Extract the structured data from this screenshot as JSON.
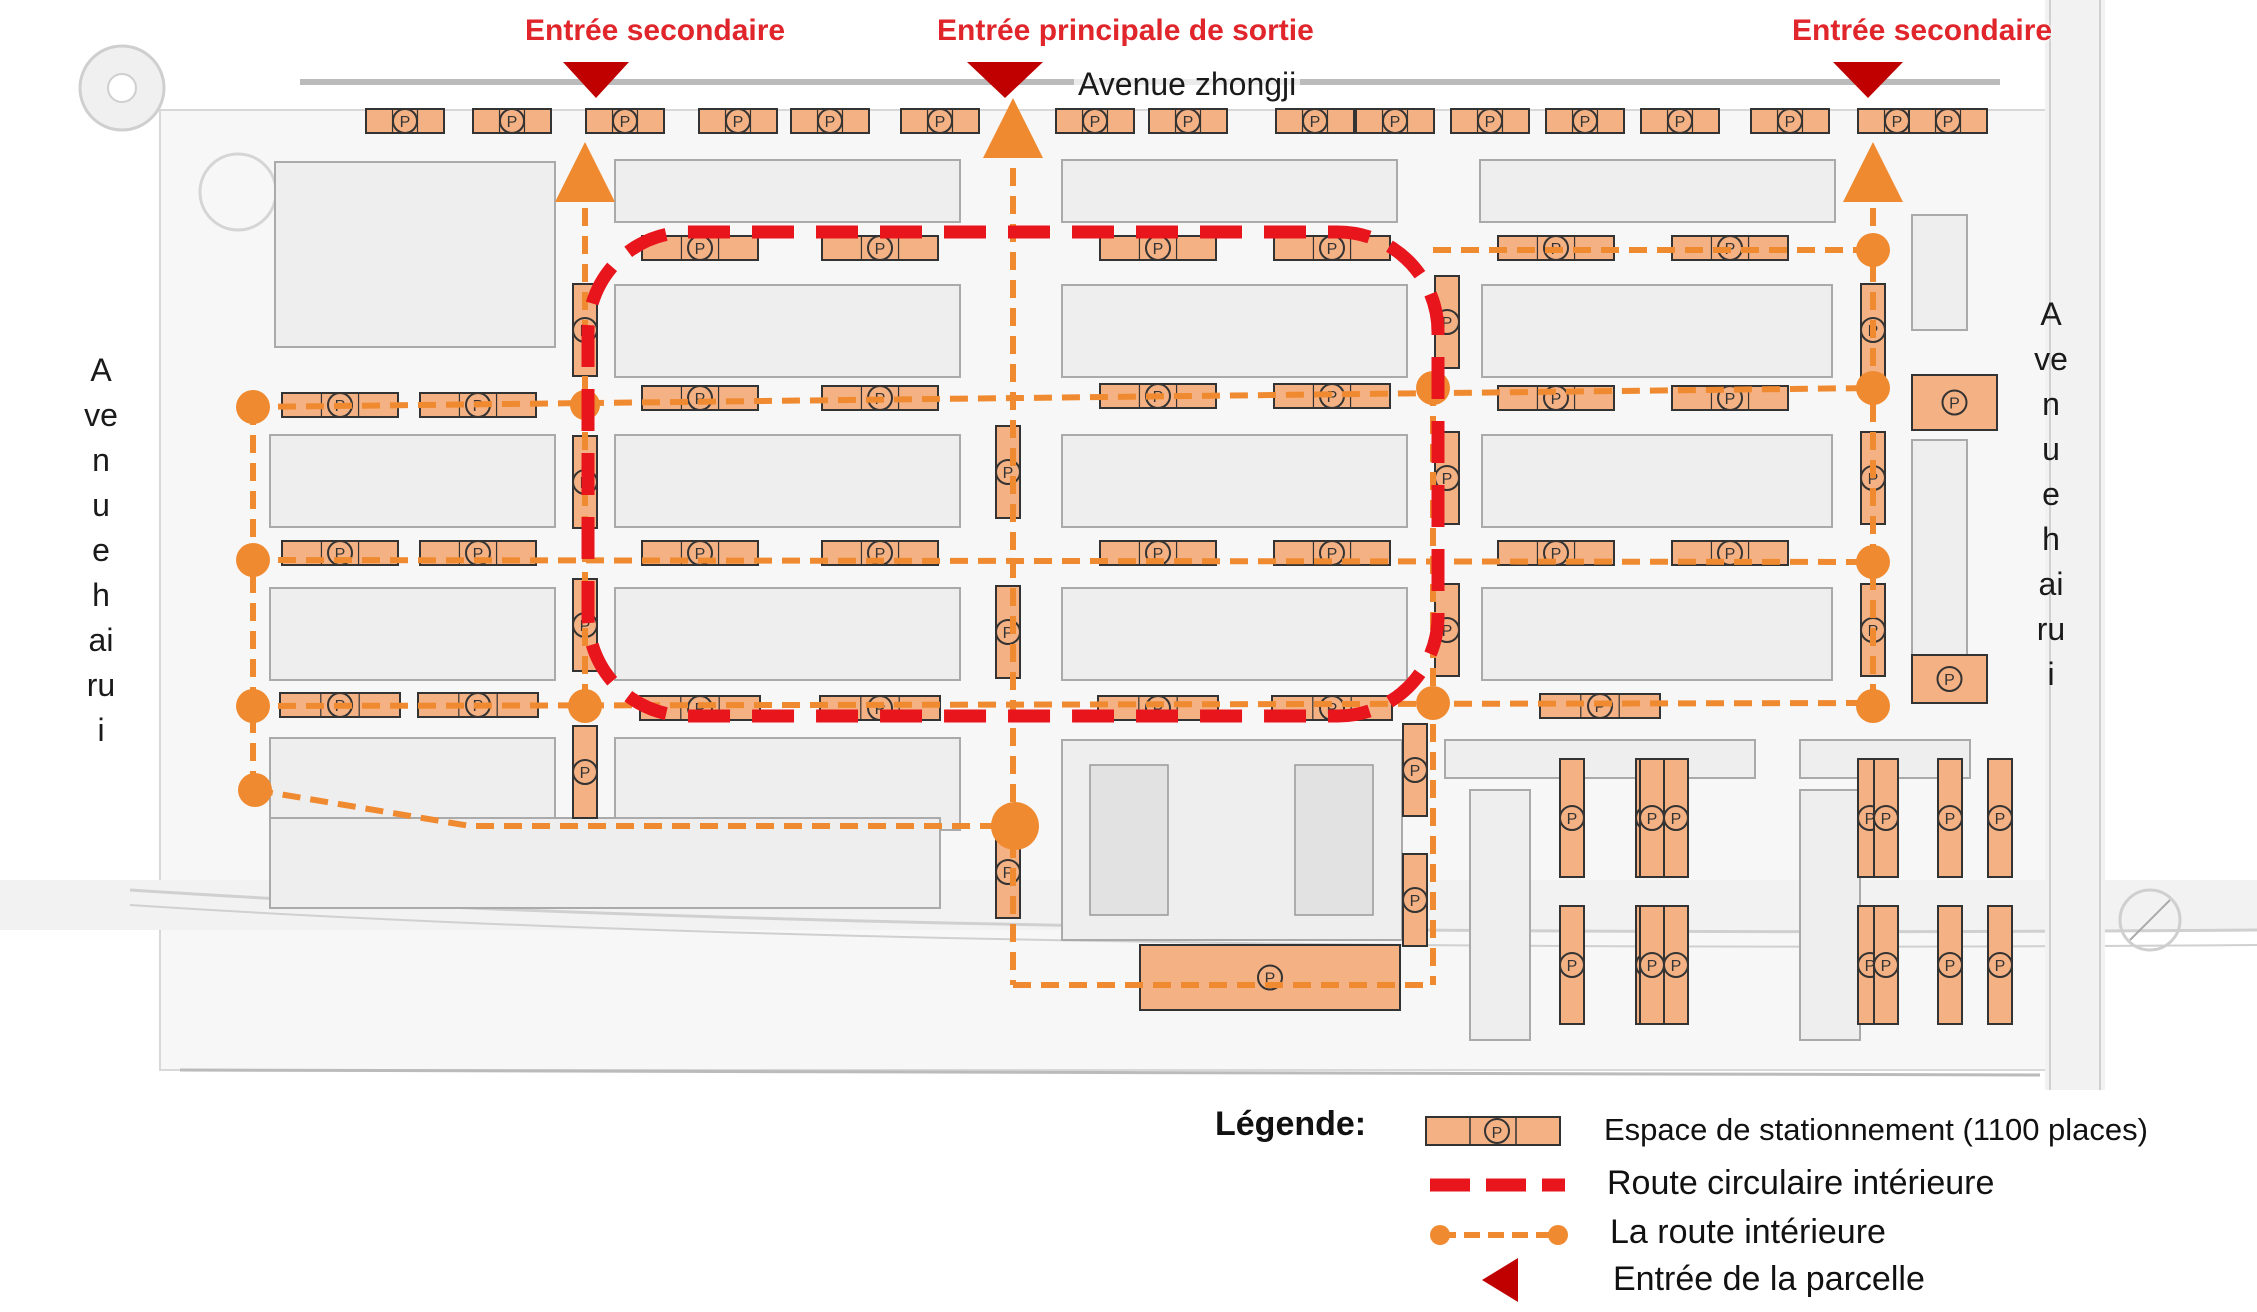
{
  "entrances": {
    "left": "Entrée secondaire",
    "center": "Entrée principale de sortie",
    "right": "Entrée secondaire"
  },
  "streets": {
    "north": "Avenue zhongji",
    "west": [
      "A",
      "ve",
      "n",
      "u",
      "e",
      "h",
      "ai",
      "ru",
      "i"
    ],
    "east": [
      "A",
      "ve",
      "n",
      "u",
      "e",
      "h",
      "ai",
      "ru",
      "i"
    ]
  },
  "parking_symbol": "P",
  "legend": {
    "title": "Légende:",
    "parking": "Espace de stationnement (1100 places)",
    "ring_road": "Route circulaire intérieure",
    "inner_road": "La route intérieure",
    "entrance": "Entrée de la parcelle"
  },
  "colors": {
    "parking_fill": "#f4b183",
    "parking_stroke": "#333333",
    "ring_road": "#e8161c",
    "inner_road": "#f08a30",
    "entrance": "#c00000",
    "building_fill": "#eeeeee",
    "building_stroke": "#aaaaaa"
  },
  "icons": {
    "entrance": "triangle-down-icon",
    "exit": "arrow-up-icon",
    "parking": "parking-icon"
  }
}
